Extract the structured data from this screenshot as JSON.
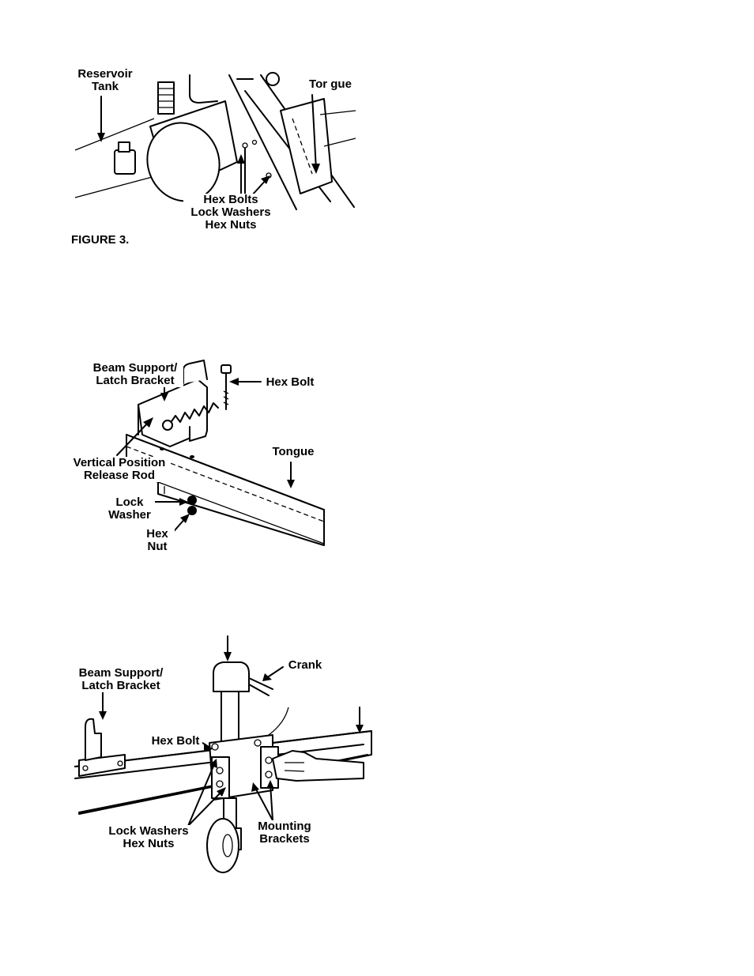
{
  "figure3": {
    "caption": "FIGURE 3.",
    "labels": {
      "reservoir_tank": "Reservoir\nTank",
      "tongue": "Tor gue",
      "fasteners": "Hex Bolts\nLock Washers\nHex Nuts"
    }
  },
  "figure4": {
    "labels": {
      "beam_support": "Beam Support/\nLatch Bracket",
      "hex_bolt": "Hex Bolt",
      "tongue": "Tongue",
      "release_rod": "Vertical Position\nRelease Rod",
      "lock_washer": "Lock\nWasher",
      "hex_nut": "Hex\nNut"
    }
  },
  "figure5": {
    "labels": {
      "crank": "Crank",
      "beam_support": "Beam Support/\nLatch Bracket",
      "hex_bolt": "Hex Bolt",
      "lock_washers_nuts": "Lock Washers\nHex Nuts",
      "mounting_brackets": "Mounting\nBrackets"
    }
  }
}
